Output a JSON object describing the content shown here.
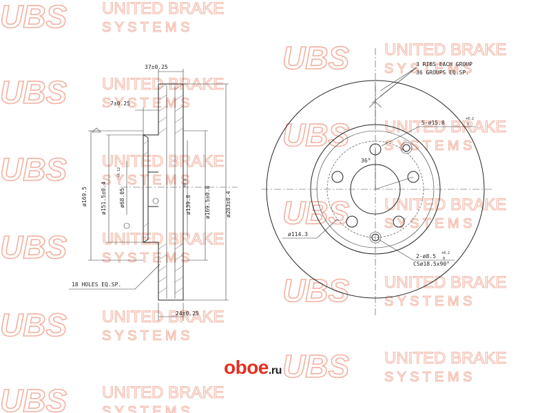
{
  "watermark": {
    "logo": "UBS",
    "line1": "UNITED BRAKE",
    "line2": "S Y S T E M S"
  },
  "drawing": {
    "side_view": {
      "top_width": "37±0.25",
      "hat_offset": "7±0.25",
      "dia_1": "ø169.5",
      "dia_2": "ø151.5±0.4",
      "dia_3": "ø68.05",
      "dia_3_tol": "+0.12",
      "dia_3_tol_b": "0",
      "dia_4": "ø139.8",
      "dia_4_tol": "+0.5",
      "dia_4_tol_b": "0",
      "dia_5": "ø169.5±0.8",
      "dia_6": "ø283±0.4",
      "holes_note": "18 HOLES EQ.SP.",
      "bottom_width": "24±0.25"
    },
    "front_view": {
      "ribs_note_1": "3 RIBS EACH GROUP",
      "ribs_note_2": "36 GROUPS EQ.SP.",
      "bolt_holes": "5-ø15.8",
      "bolt_tol_top": "+0.2",
      "bolt_tol_bottom": "0",
      "angle": "36°",
      "pcd": "ø114.3",
      "small_holes": "2-ø8.5",
      "small_tol_top": "+0.2",
      "small_tol_bottom": "0",
      "counter_sink": "CSø18.5x90°"
    }
  },
  "brand": {
    "name": "oboe",
    "domain": ".ru"
  },
  "colors": {
    "watermark": "#f2b8a8",
    "brand_red": "#e32f22",
    "line": "#222222"
  }
}
